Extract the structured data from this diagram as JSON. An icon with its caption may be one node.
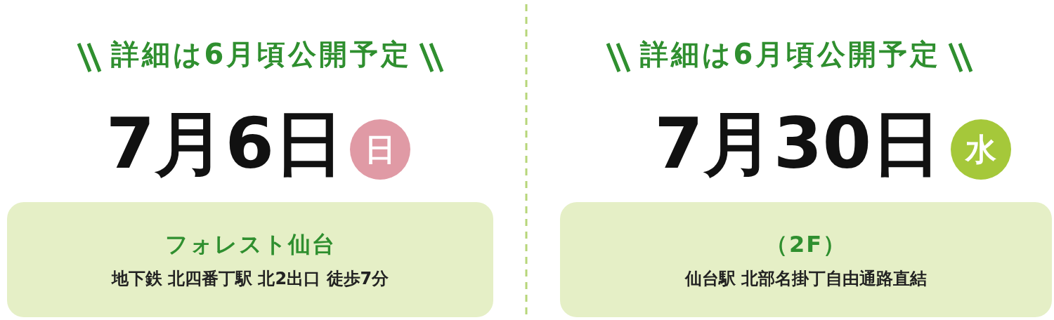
{
  "diagram": {
    "nodes": [
      {
        "text": [
          "日"
        ]
      },
      {
        "text": [
          "フォレスト仙台",
          "地下鉄 北四番丁駅 北2出口 徒歩7分"
        ]
      },
      {
        "text": [
          "水"
        ]
      },
      {
        "text": [
          "（2F）",
          "仙台駅 北部名掛丁自由通路直結"
        ]
      }
    ],
    "edges": [],
    "labels": [
      "詳細は6月頃公開予定",
      "7月6日",
      "詳細は6月頃公開予定",
      "7月30日"
    ]
  }
}
